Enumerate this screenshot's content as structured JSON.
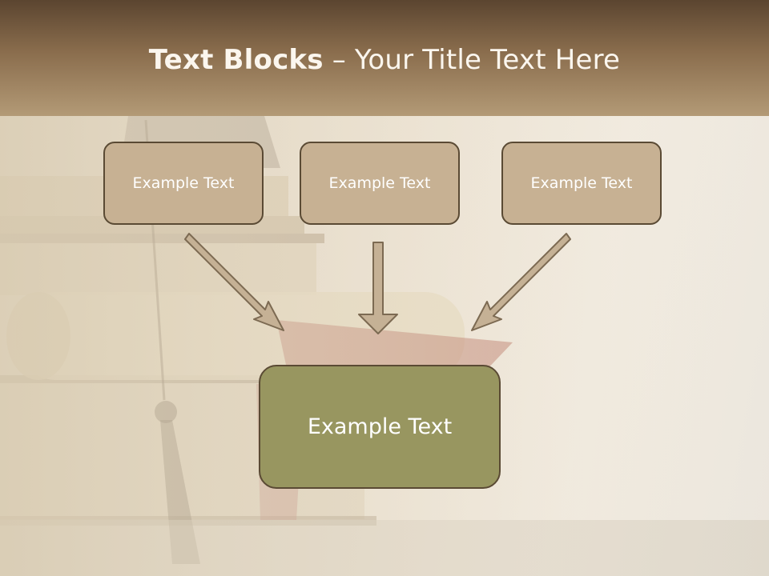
{
  "slide": {
    "title_bold": "Text Blocks",
    "title_dash": " – ",
    "title_rest": "Your Title Text Here"
  },
  "blocks": [
    {
      "label": "Example Text"
    },
    {
      "label": "Example Text"
    },
    {
      "label": "Example Text"
    }
  ],
  "target": {
    "label": "Example Text"
  },
  "colors": {
    "header": "#8a6d4d",
    "block_fill": "#c7b193",
    "target_fill": "#989660",
    "border": "#5a4a34",
    "arrow_fill": "#c5b195"
  },
  "background_image": "faded stack of old books with scroll, red ribbon and graduation tassel"
}
